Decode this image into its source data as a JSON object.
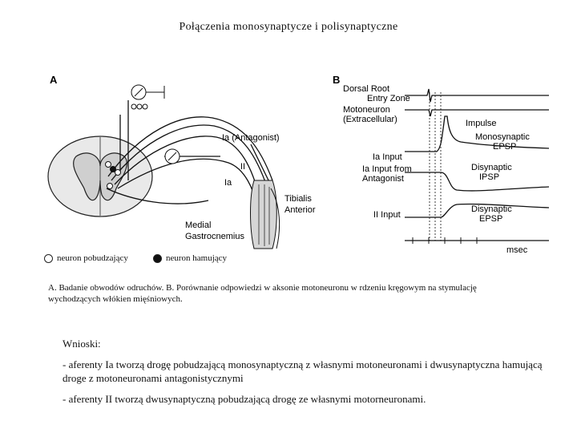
{
  "title": "Połączenia monosynaptycze i polisynaptyczne",
  "figure": {
    "panel_a": {
      "label": "A",
      "labels": {
        "ia_antagonist": "Ia (Antagonist)",
        "ii": "II",
        "ia": "Ia",
        "tibialis": "Tibialis",
        "anterior": "Anterior",
        "medial": "Medial",
        "gastrocnemius": "Gastrocnemius"
      }
    },
    "panel_b": {
      "label": "B",
      "labels": {
        "dorsal_root": "Dorsal Root",
        "entry_zone": "Entry Zone",
        "motoneuron": "Motoneuron",
        "extracellular": "(Extracellular)",
        "impulse": "Impulse",
        "monosynaptic": "Monosynaptic",
        "epsp": "EPSP",
        "ia_input": "Ia Input",
        "ia_input_from": "Ia Input from",
        "antagonist": "Antagonist",
        "disynaptic_ipsp_1": "Disynaptic",
        "ipsp": "IPSP",
        "ii_input": "II Input",
        "disynaptic_epsp_1": "Disynaptic",
        "epsp2": "EPSP",
        "msec": "msec"
      }
    }
  },
  "legend": {
    "excitatory": "neuron pobudzający",
    "inhibitory": "neuron hamujący"
  },
  "caption": "A. Badanie obwodów odruchów. B. Porównanie odpowiedzi w aksonie motoneuronu w rdzeniu kręgowym na stymulację wychodzących włókien mięśniowych.",
  "conclusions": {
    "heading": "Wnioski:",
    "point1": "- aferenty Ia tworzą drogę pobudzającą monosynaptyczną z własnymi motoneuronami i dwusynaptyczna hamującą droge z motoneuronami antagonistycznymi",
    "point2": "- aferenty II tworzą dwusynaptyczną pobudzającą drogę ze własnymi motorneuronami."
  }
}
